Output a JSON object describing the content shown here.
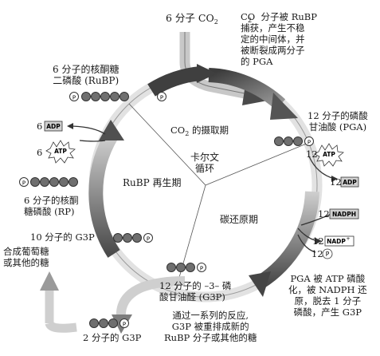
{
  "labels": {
    "co2_in": "6 分子 CO",
    "co2_sub": "2",
    "co2_capture_note": "CO  分子被 RuBP\n捕获，产生不稳\n定的中间体，并\n被断裂成两分子\n的 PGA",
    "co2_capture_note_sub": "2",
    "rubp": "6 分子的核酮糖\n二磷酸 (RuBP)",
    "pga": "12 分子的磷酸\n甘油酸 (PGA)",
    "fixation_phase": "CO  的摄取期",
    "fixation_phase_sub": "2",
    "calvin_cycle": "卡尔文\n循环",
    "regeneration_phase": "RuBP 再生期",
    "reduction_phase": "碳还原期",
    "rp": "6 分子的核酮\n糖磷酸 (RP)",
    "g3p_ten": "10 分子的 G3P",
    "glucose": "合成葡萄糖\n或其他的糖",
    "g3p_twelve": "12 分子的 –3– 磷\n酸甘油醛 (G3P)",
    "g3p_two": "2 分子的 G3P",
    "rearrange_note": "通过一系列的反应,\nG3P 被重排成新的\nRuBP 分子或其他的糖",
    "pga_note": "PGA 被 ATP 磷酸\n化，被 NADPH 还\n原，脱去 1 分子\n磷酸，产生 G3P",
    "adp_count_left": "6",
    "atp_count_left": "6",
    "atp_count_right": "12",
    "adp_count_right": "12",
    "nadph_count": "12",
    "nadp_count": "12",
    "pi_count": "12"
  },
  "molecules": {
    "adp": "ADP",
    "atp": "ATP",
    "nadph": "NADPH",
    "nadp": "NADP",
    "nadp_sup": "+",
    "phosphate": "P"
  },
  "colors": {
    "arrow_dark": "#4a4a4a",
    "arrow_light": "#bfbfbf",
    "ring": "#d9d9d9",
    "carbon_bead": "#6f6f6f",
    "tag_fill": "#d0d0d0"
  }
}
